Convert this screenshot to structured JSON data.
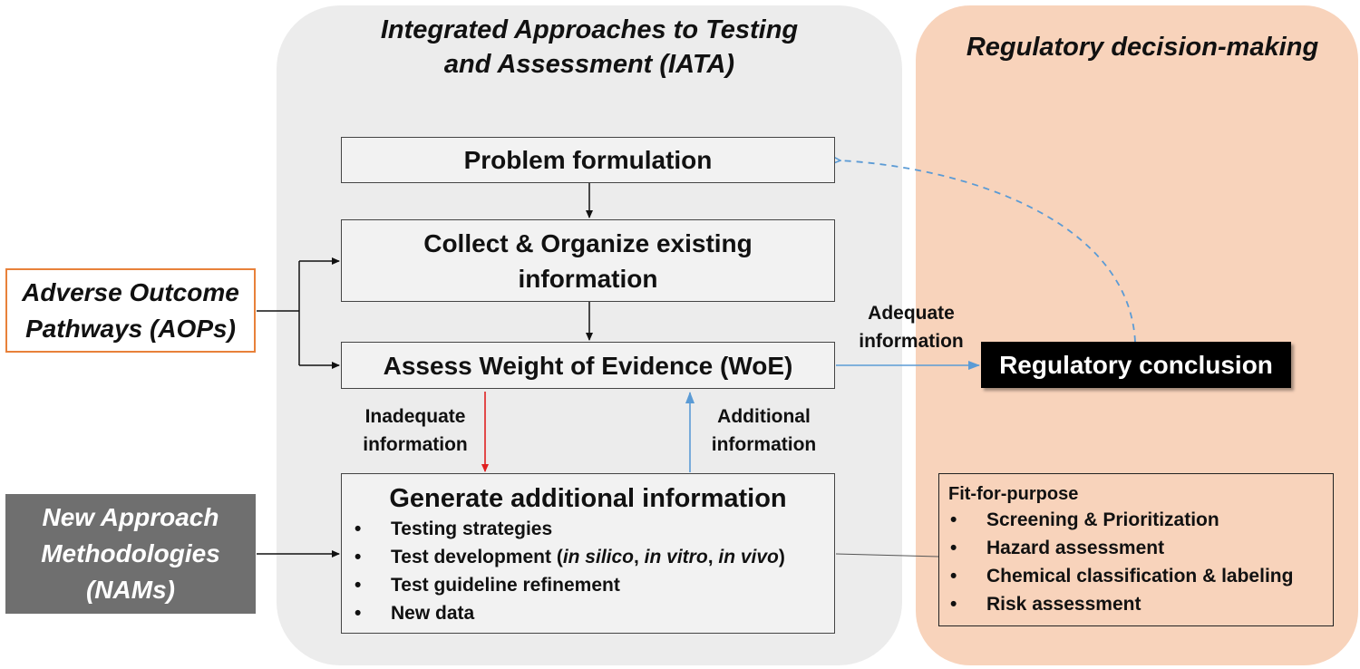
{
  "iata_panel": {
    "title_line1": "Integrated Approaches to Testing",
    "title_line2": "and Assessment (IATA)"
  },
  "regulatory_panel": {
    "title": "Regulatory decision-making"
  },
  "boxes": {
    "problem_formulation": "Problem formulation",
    "collect_line1": "Collect & Organize existing",
    "collect_line2": "information",
    "assess_woe": "Assess Weight of Evidence (WoE)",
    "generate_title": "Generate additional information"
  },
  "generate_items": {
    "item1": "Testing strategies",
    "item2_prefix": "Test development (",
    "item2_insilico": "in silico",
    "item2_sep1": ", ",
    "item2_invitro": "in vitro",
    "item2_sep2": ", ",
    "item2_invivo": "in vivo",
    "item2_suffix": ")",
    "item3": "Test guideline refinement",
    "item4": "New data"
  },
  "bullet_char": "•",
  "labels": {
    "inadequate_line1": "Inadequate",
    "inadequate_line2": "information",
    "additional_line1": "Additional",
    "additional_line2": "information",
    "adequate_line1": "Adequate",
    "adequate_line2": "information"
  },
  "side_inputs": {
    "aop_line1": "Adverse Outcome",
    "aop_line2": "Pathways (AOPs)",
    "nam_line1": "New Approach",
    "nam_line2": "Methodologies",
    "nam_line3": "(NAMs)"
  },
  "regulatory_conclusion": "Regulatory conclusion",
  "fit_for_purpose": {
    "title": "Fit-for-purpose",
    "items": [
      "Screening & Prioritization",
      "Hazard assessment",
      "Chemical classification & labeling",
      "Risk assessment"
    ]
  },
  "colors": {
    "iata_bg": "#ececec",
    "regulatory_bg": "#f8d3bb",
    "aop_border": "#e8813a",
    "nam_bg": "#6f6f6f",
    "red_arrow": "#e02020",
    "blue_arrow": "#5b9bd5"
  }
}
